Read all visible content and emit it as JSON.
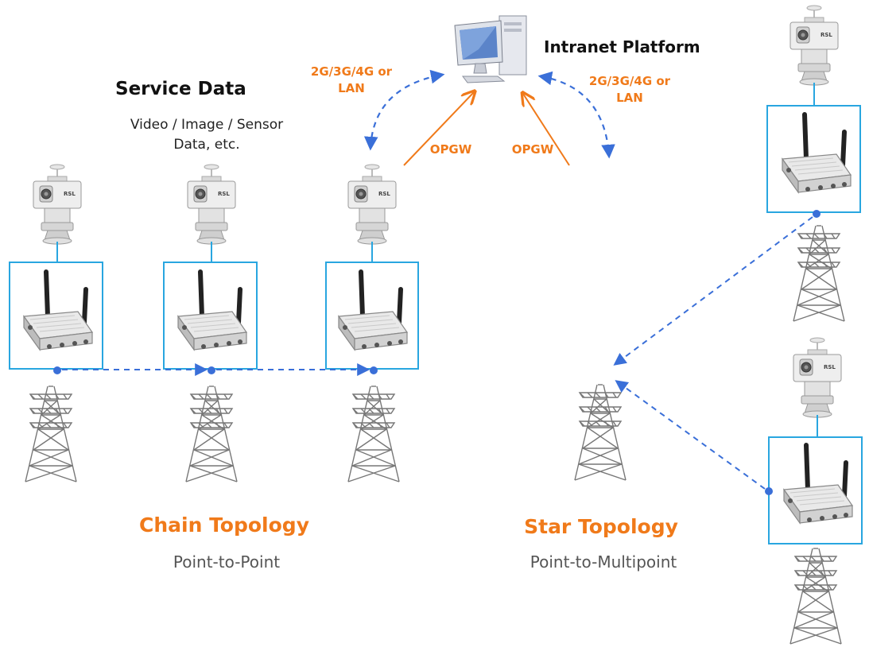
{
  "service_data": {
    "title": "Service Data",
    "subtitle_line1": "Video / Image / Sensor",
    "subtitle_line2": "Data, etc."
  },
  "platform": {
    "label": "Intranet Platform"
  },
  "links": {
    "wireless_left_line1": "2G/3G/4G or",
    "wireless_left_line2": "LAN",
    "wireless_right_line1": "2G/3G/4G or",
    "wireless_right_line2": "LAN",
    "opgw_left": "OPGW",
    "opgw_right": "OPGW"
  },
  "chain": {
    "title": "Chain Topology",
    "subtitle": "Point-to-Point"
  },
  "star": {
    "title": "Star Topology",
    "subtitle": "Point-to-Multipoint"
  },
  "camera_badge": "RSL",
  "colors": {
    "box_border": "#29a6e0",
    "dashed_link": "#3a6fd8",
    "opgw_arrow": "#f07a1a",
    "accent_text": "#f07a1a",
    "node_dot": "#3a6fd8"
  },
  "icons": [
    "computer-icon",
    "camera-icon",
    "router-icon",
    "tower-icon"
  ]
}
